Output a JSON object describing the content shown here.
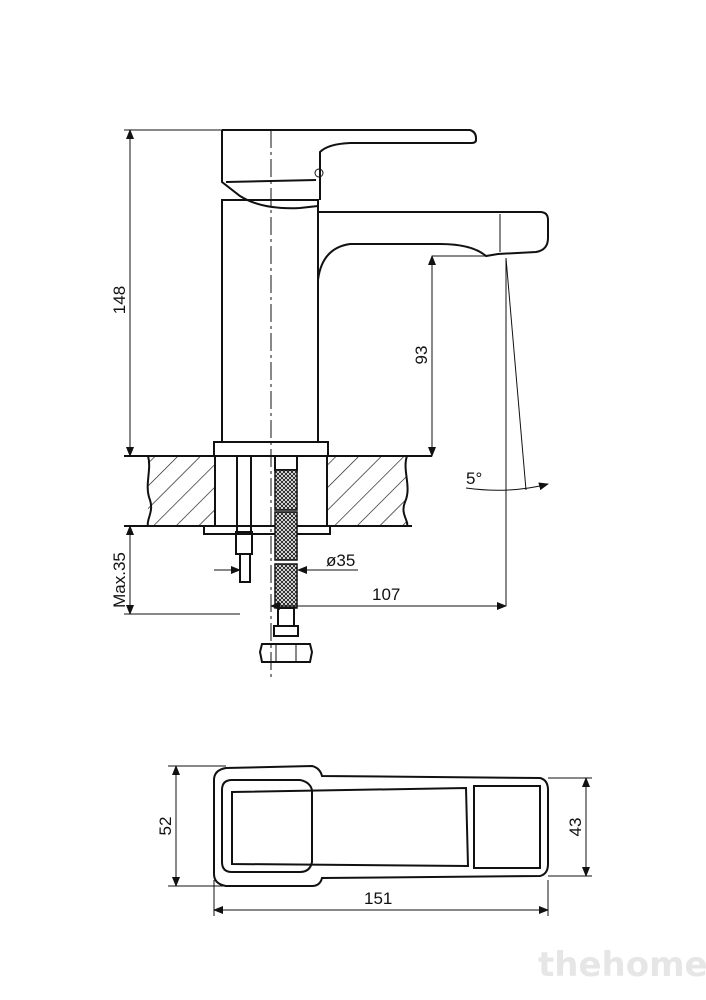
{
  "dimensions": {
    "overall_height": "148",
    "spout_height": "93",
    "spout_angle": "5°",
    "max_thickness": "Max.35",
    "hole_diameter": "ø35",
    "spout_reach": "107",
    "top_depth": "52",
    "top_spout_width": "43",
    "top_length": "151"
  },
  "watermark": "thehome"
}
